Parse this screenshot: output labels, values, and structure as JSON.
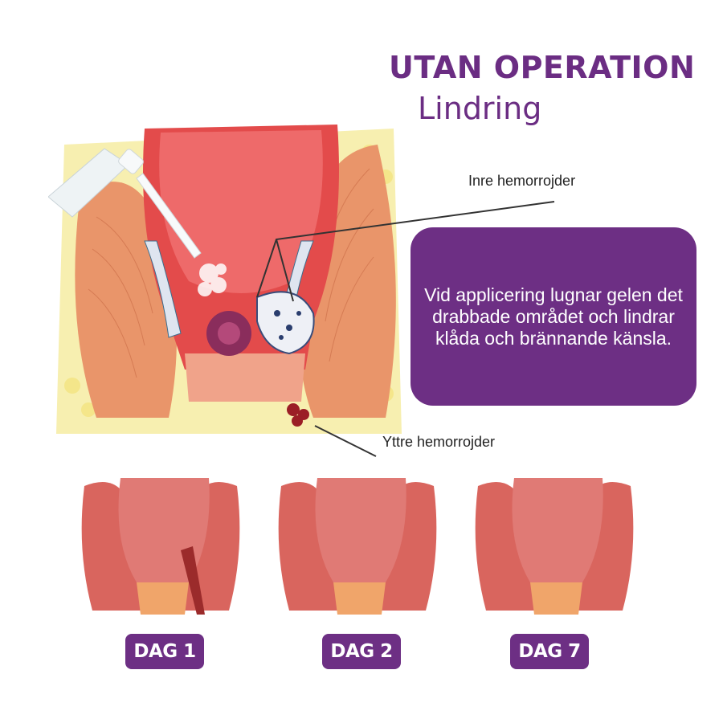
{
  "header": {
    "title": "UTAN OPERATION",
    "subtitle": "Lindring"
  },
  "labels": {
    "inner": "Inre hemorrojder",
    "outer": "Yttre hemorrojder"
  },
  "callout": {
    "text": "Vid applicering lugnar gelen det drabbade området och lindrar klåda och brännande känsla."
  },
  "stages": [
    {
      "label": "DAG 1"
    },
    {
      "label": "DAG 2"
    },
    {
      "label": "DAG 7"
    }
  ],
  "colors": {
    "brand_purple": "#6d2f84",
    "tissue_red": "#e34b4b",
    "muscle_orange": "#e9956a"
  }
}
